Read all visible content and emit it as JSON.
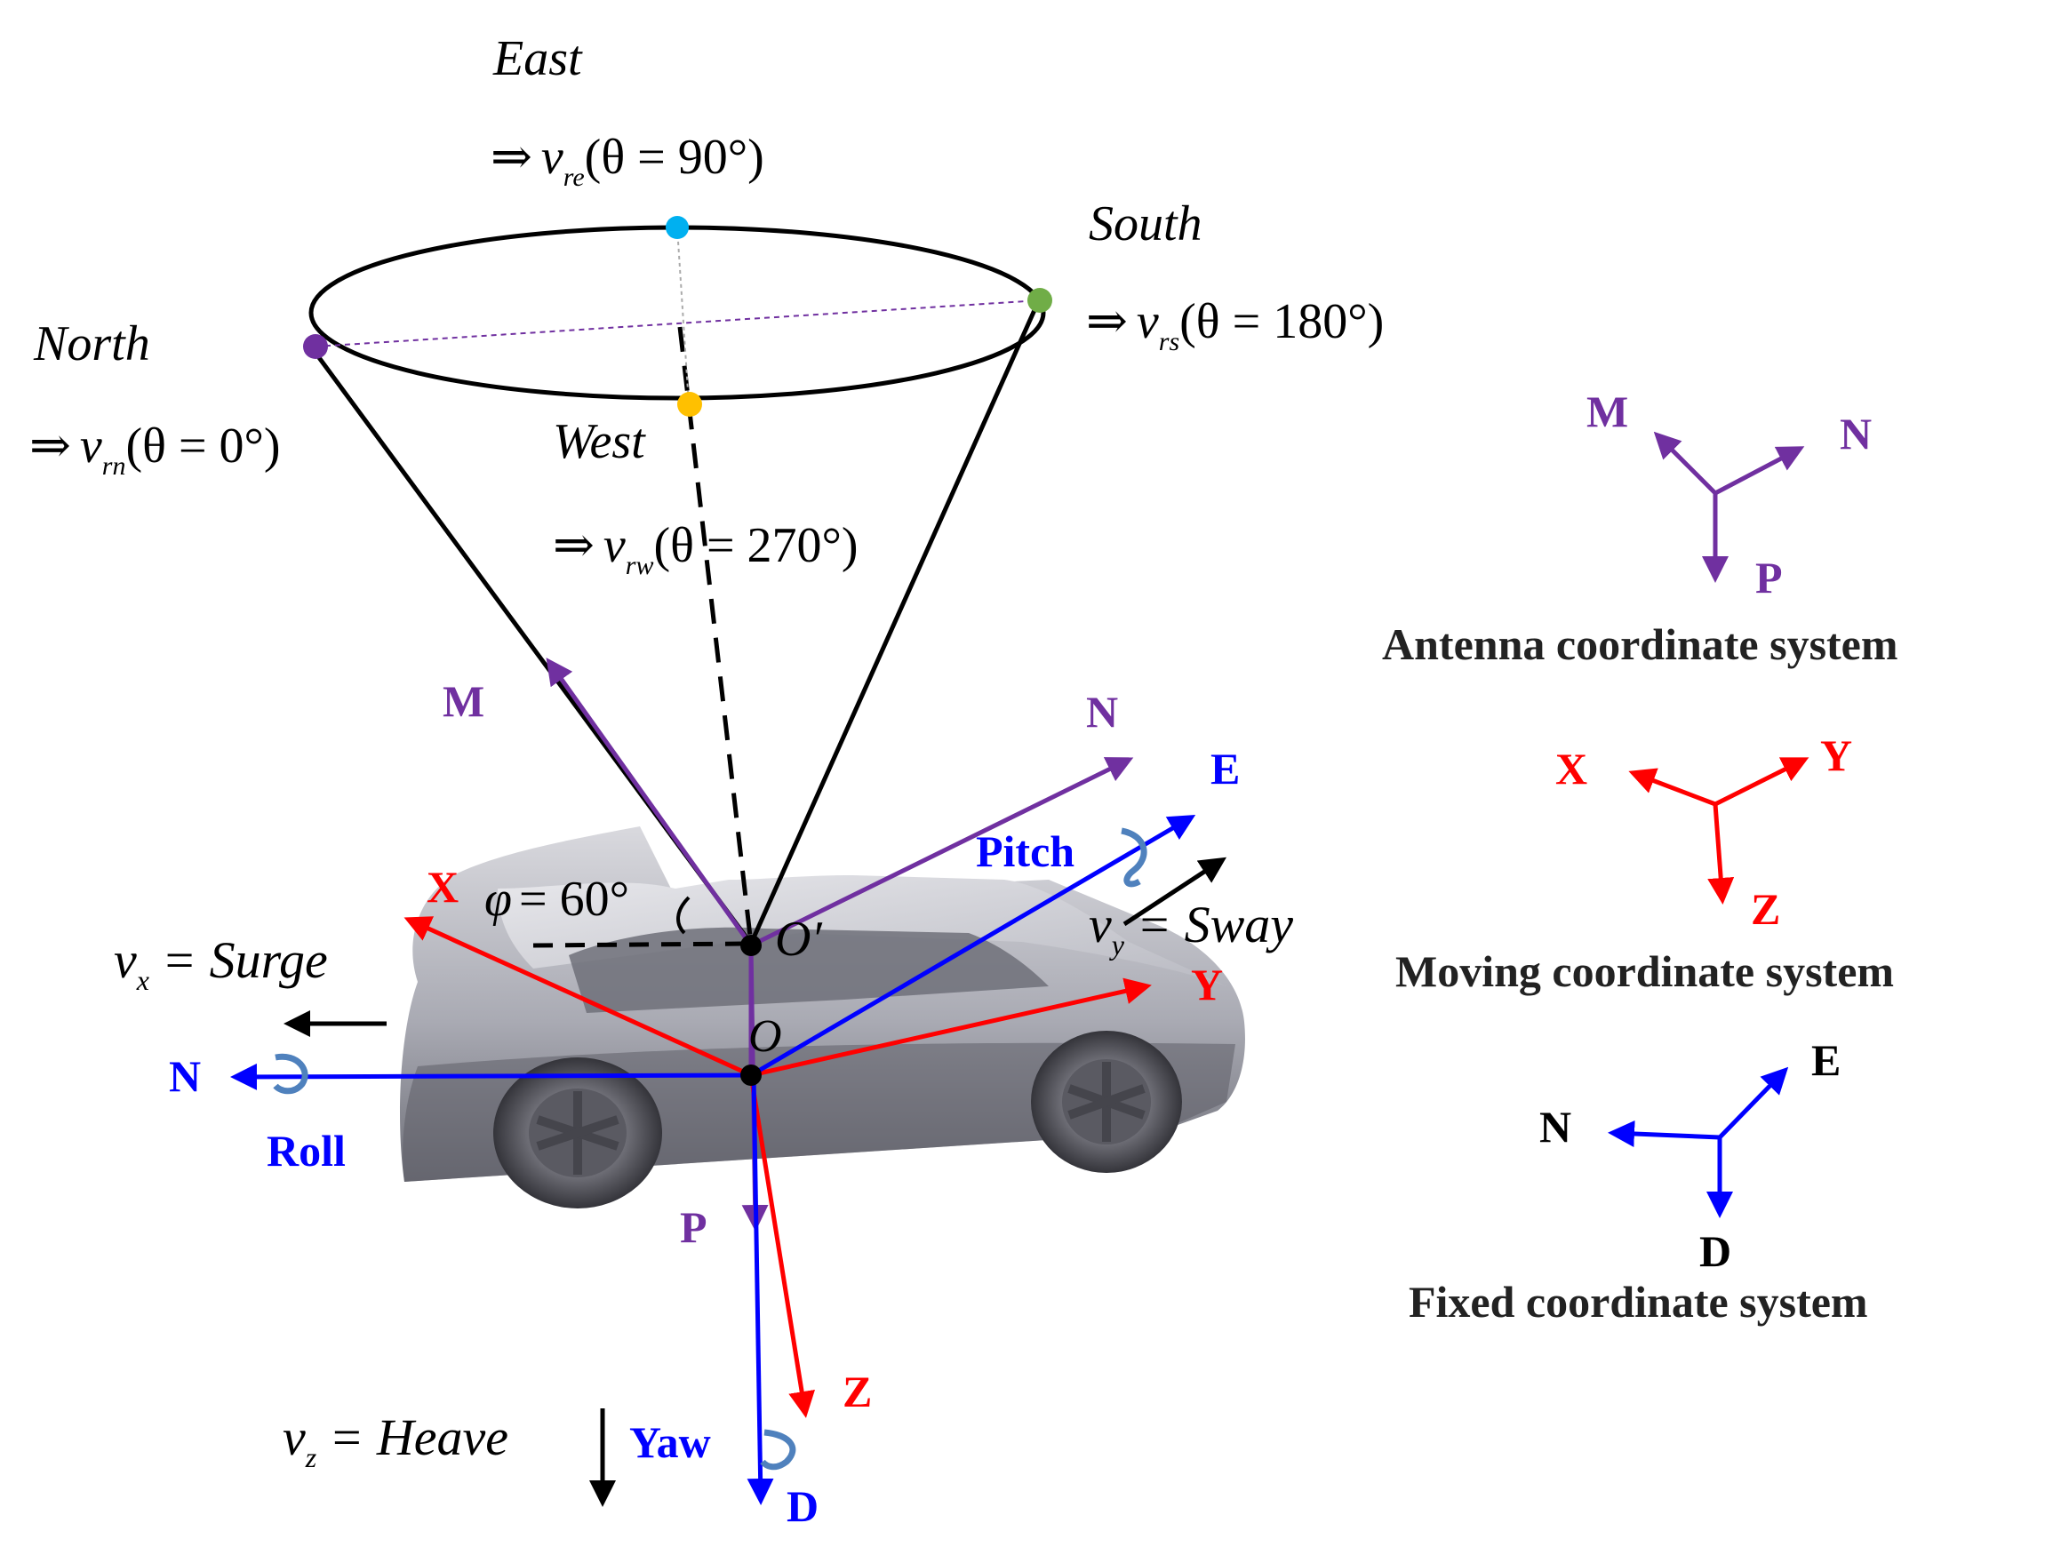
{
  "directions": {
    "east": "East",
    "south": "South",
    "north": "North",
    "west": "West"
  },
  "velocity_labels": {
    "east": {
      "arrow": "⇒",
      "v": "v",
      "sub": "re",
      "cond": "(θ = 90°)"
    },
    "south": {
      "arrow": "⇒",
      "v": "v",
      "sub": "rs",
      "cond": "(θ = 180°)"
    },
    "north": {
      "arrow": "⇒",
      "v": "v",
      "sub": "rn",
      "cond": "(θ = 0°)"
    },
    "west": {
      "arrow": "⇒",
      "v": "v",
      "sub": "rw",
      "cond": "(θ = 270°)"
    }
  },
  "angle": {
    "prefix": "φ",
    "value": "= 60°"
  },
  "origins": {
    "o_prime": "O′",
    "o": "O"
  },
  "motions": {
    "surge": {
      "v": "v",
      "sub": "x",
      "text": "= Surge"
    },
    "sway": {
      "v": "v",
      "sub": "y",
      "text": "= Sway"
    },
    "heave": {
      "v": "v",
      "sub": "z",
      "text": "= Heave"
    }
  },
  "rotations": {
    "pitch": "Pitch",
    "roll": "Roll",
    "yaw": "Yaw"
  },
  "axes_main": {
    "M": "M",
    "N_antenna": "N",
    "P": "P",
    "X": "X",
    "Y": "Y",
    "Z": "Z",
    "E": "E",
    "N_fixed": "N",
    "D": "D"
  },
  "legend": {
    "antenna": {
      "axes": [
        "M",
        "N",
        "P"
      ],
      "title": "Antenna coordinate system"
    },
    "moving": {
      "axes": [
        "X",
        "Y",
        "Z"
      ],
      "title": "Moving coordinate system"
    },
    "fixed": {
      "axes": [
        "N",
        "E",
        "D"
      ],
      "title": "Fixed coordinate system"
    }
  },
  "colors": {
    "purple": "#7030a0",
    "red": "#ff0000",
    "blue": "#0000ff",
    "black": "#000000",
    "dot_east": "#00b0f0",
    "dot_south": "#70ad47",
    "dot_north": "#7030a0",
    "dot_west": "#ffc000",
    "rotation": "#4f81bd"
  }
}
